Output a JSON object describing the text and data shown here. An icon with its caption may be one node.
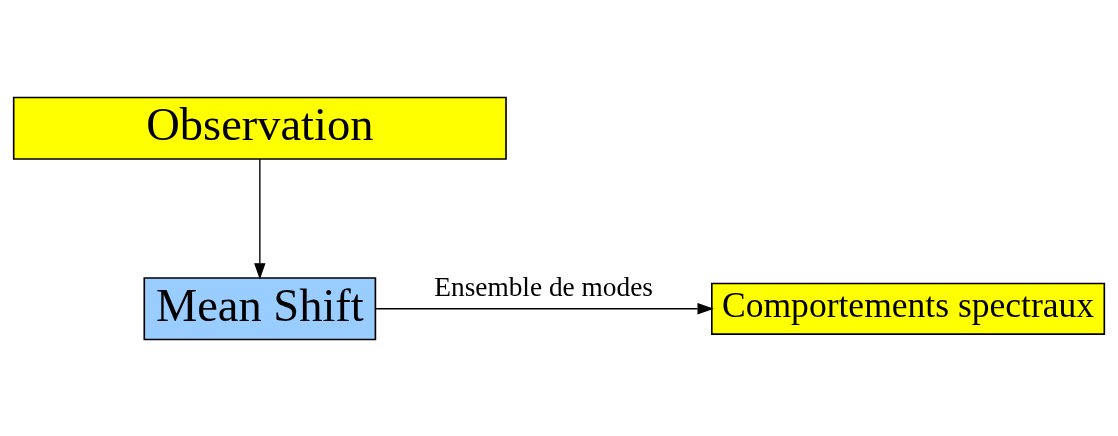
{
  "diagram": {
    "nodes": [
      {
        "text": [
          "Observation"
        ]
      },
      {
        "text": [
          "Mean Shift"
        ]
      },
      {
        "text": [
          "Comportements spectraux"
        ]
      }
    ],
    "edges": [
      {
        "from": 0,
        "to": 1,
        "arrow": "to"
      },
      {
        "from": 1,
        "to": 2,
        "arrow": "to",
        "label": "Ensemble de modes"
      }
    ]
  }
}
